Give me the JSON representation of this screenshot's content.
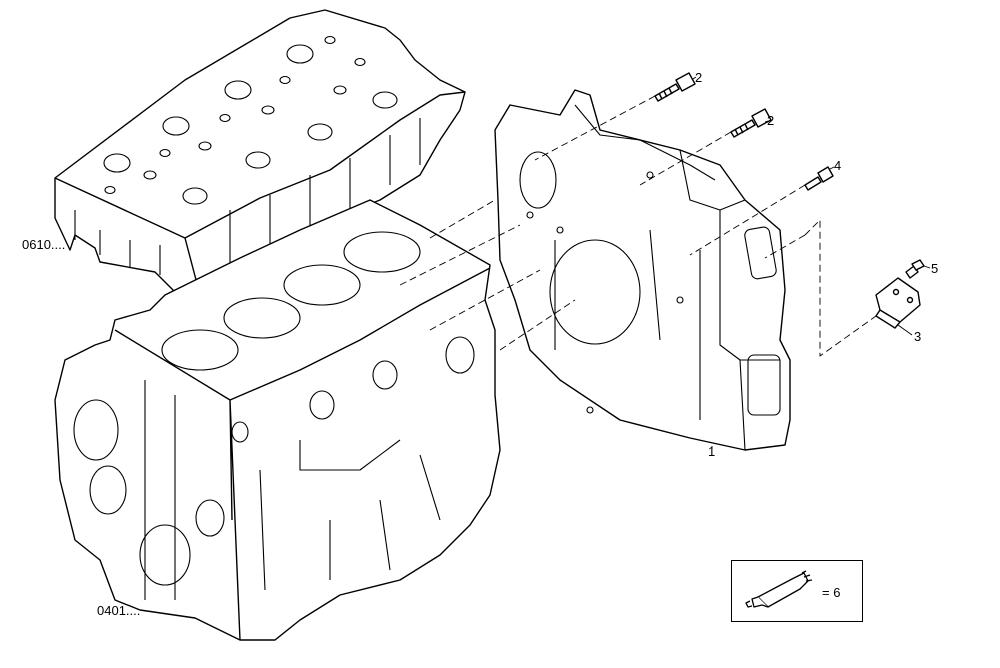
{
  "labels": {
    "cylinder_head": "0610....",
    "engine_block": "0401....",
    "flywheel_housing": "1",
    "bolt_upper": "2",
    "bolt_middle": "2",
    "plate": "3",
    "bolt_lower": "4",
    "plate_screw": "5"
  },
  "legend": {
    "text": "= 6",
    "icon": "sealant-tube-icon"
  }
}
